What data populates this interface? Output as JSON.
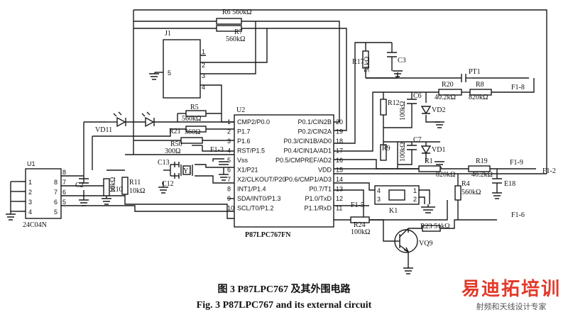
{
  "labels": {
    "r6": "R6 560kΩ",
    "r7": "R7",
    "r7v": "560kΩ",
    "j1": "J1",
    "r17": "R17",
    "r17v": "51kΩ",
    "c3": "C3",
    "pt1": "PT1",
    "r20": "R20",
    "r20v": "40.2kΩ",
    "r8": "R8",
    "r8v": "820kΩ",
    "f18": "F1-8",
    "u2": "U2",
    "r12": "R12",
    "c6": "C6",
    "c6v": "100kΩ",
    "vd2": "VD2",
    "r9": "R9",
    "c7": "C7",
    "c7v": "100kΩ",
    "vd1": "VD1",
    "r1": "R1",
    "r1v": "820kΩ",
    "r19": "R19",
    "r19v": "40.2kΩ",
    "f19": "F1-9",
    "f12": "F1-2",
    "r5": "R5",
    "r5v": "560kΩ",
    "vd11": "VD11",
    "r21": "R21",
    "r21v": "360Ω",
    "r50": "R50",
    "r50v": "300Ω",
    "f13": "F1-3",
    "c13": "C13",
    "y1": "Y1",
    "c12": "C12",
    "c2": "C2",
    "r10": "R10",
    "r10v": "10kΩ",
    "r11": "R11",
    "r11v": "10kΩ",
    "r4": "R4",
    "r4v": "560kΩ",
    "e18": "E18",
    "k1": "K1",
    "f15": "F1-5",
    "f16": "F1-6",
    "r24": "R24",
    "r24v": "100kΩ",
    "r23": "R23 51kΩ",
    "vq9": "VQ9",
    "eeprom": "24C04N",
    "chip": "P87LPC767FN",
    "u1": "U1"
  },
  "pins_left": [
    {
      "num": "1",
      "name": "CMP2/P0.0"
    },
    {
      "num": "2",
      "name": "P1.7"
    },
    {
      "num": "3",
      "name": "P1.6"
    },
    {
      "num": "4",
      "name": "RST/P1.5"
    },
    {
      "num": "5",
      "name": "Vss"
    },
    {
      "num": "6",
      "name": "X1/P21"
    },
    {
      "num": "7",
      "name": "X2/CLKOUT/P20"
    },
    {
      "num": "8",
      "name": "INT1/P1.4"
    },
    {
      "num": "9",
      "name": "SDA/INT0/P1.3"
    },
    {
      "num": "10",
      "name": "SCL/T0/P1.2"
    }
  ],
  "pins_right": [
    {
      "num": "20",
      "name": "P0.1/CIN2B"
    },
    {
      "num": "19",
      "name": "P0.2/CIN2A"
    },
    {
      "num": "18",
      "name": "P0.3/CIN1B/AD0"
    },
    {
      "num": "17",
      "name": "P0.4/CIN1A/AD1"
    },
    {
      "num": "16",
      "name": "P0.5/CMPREF/AD2"
    },
    {
      "num": "15",
      "name": "VDD"
    },
    {
      "num": "14",
      "name": "P0.6/CMP1/AD3"
    },
    {
      "num": "13",
      "name": "P0.7/T1"
    },
    {
      "num": "12",
      "name": "P1.0/TxD"
    },
    {
      "num": "11",
      "name": "P1.1/RxD"
    }
  ],
  "eeprom_pins_left": [
    "1",
    "2",
    "3",
    "4"
  ],
  "eeprom_pins_right": [
    "8",
    "7",
    "6",
    "5"
  ],
  "j1_pins": [
    "1",
    "2",
    "3",
    "4",
    "5"
  ],
  "k1_pins": [
    "4",
    "3",
    "1",
    "2"
  ],
  "caption": {
    "cn": "图 3   P87LPC767 及其外围电路",
    "en": "Fig. 3    P87LPC767 and its external circuit"
  },
  "watermark": {
    "main": "易迪拓培训",
    "sub": "射频和天线设计专家"
  }
}
